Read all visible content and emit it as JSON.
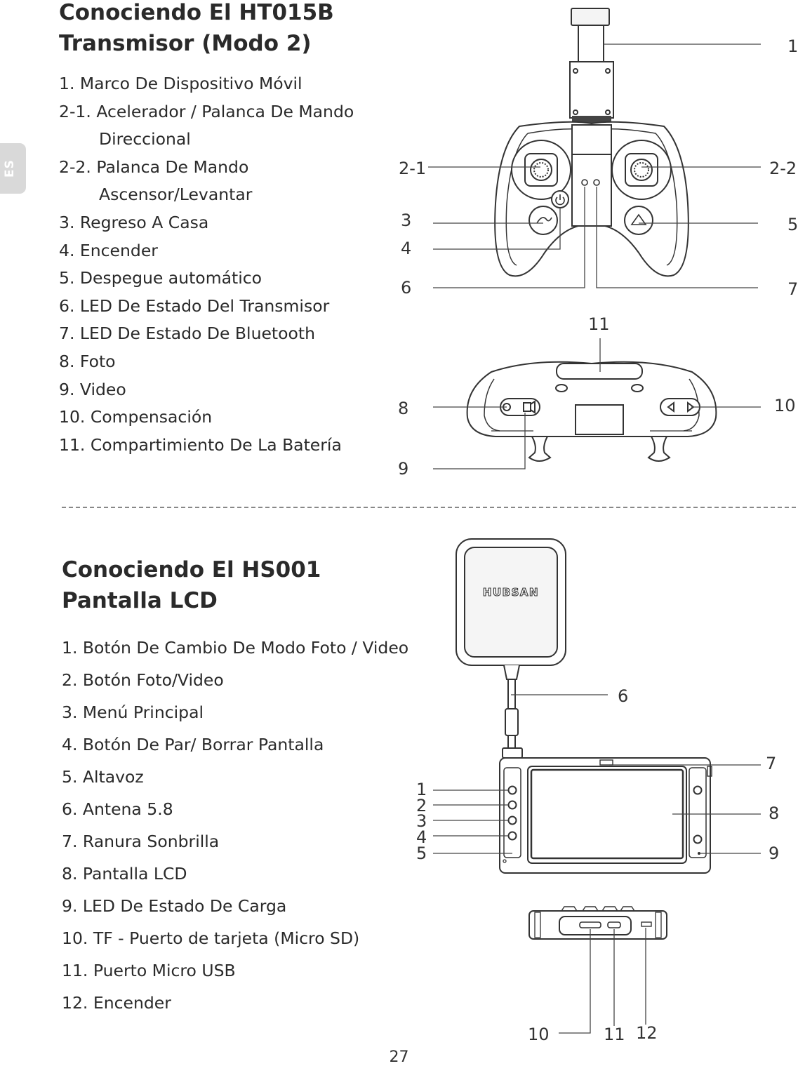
{
  "side_tab": {
    "label": "ES"
  },
  "section1": {
    "title_line1": "Conociendo El HT015B",
    "title_line2": "Transmisor (Modo 2)",
    "items": [
      "1. Marco De Dispositivo Móvil",
      "2-1. Acelerador / Palanca De Mando",
      "Direccional",
      "2-2. Palanca De Mando",
      "Ascensor/Levantar",
      "3. Regreso A Casa",
      "4. Encender",
      "5. Despegue automático",
      "6. LED De Estado Del Transmisor",
      "7. LED De Estado De Bluetooth",
      "8. Foto",
      "9. Video",
      "10. Compensación",
      "11. Compartimiento De La Batería"
    ],
    "callouts": {
      "c1": "1",
      "c2_1": "2-1",
      "c2_2": "2-2",
      "c3": "3",
      "c4": "4",
      "c5": "5",
      "c6": "6",
      "c7": "7",
      "c8": "8",
      "c9": "9",
      "c10": "10",
      "c11": "11"
    }
  },
  "section2": {
    "title_line1": "Conociendo El HS001",
    "title_line2": "Pantalla LCD",
    "items": [
      "1. Botón De Cambio De Modo Foto / Video",
      "2. Botón Foto/Video",
      "3. Menú Principal",
      "4. Botón De Par/ Borrar Pantalla",
      "5. Altavoz",
      "6. Antena 5.8",
      "7. Ranura Sonbrilla",
      "8. Pantalla LCD",
      "9. LED De Estado De Carga",
      "10. TF - Puerto de tarjeta (Micro SD)",
      "11. Puerto Micro USB",
      "12.  Encender"
    ],
    "brand_logo": "HUBSAN",
    "callouts": {
      "c1": "1",
      "c2": "2",
      "c3": "3",
      "c4": "4",
      "c5": "5",
      "c6": "6",
      "c7": "7",
      "c8": "8",
      "c9": "9",
      "c10": "10",
      "c11": "11",
      "c12": "12"
    }
  },
  "page_number": "27"
}
